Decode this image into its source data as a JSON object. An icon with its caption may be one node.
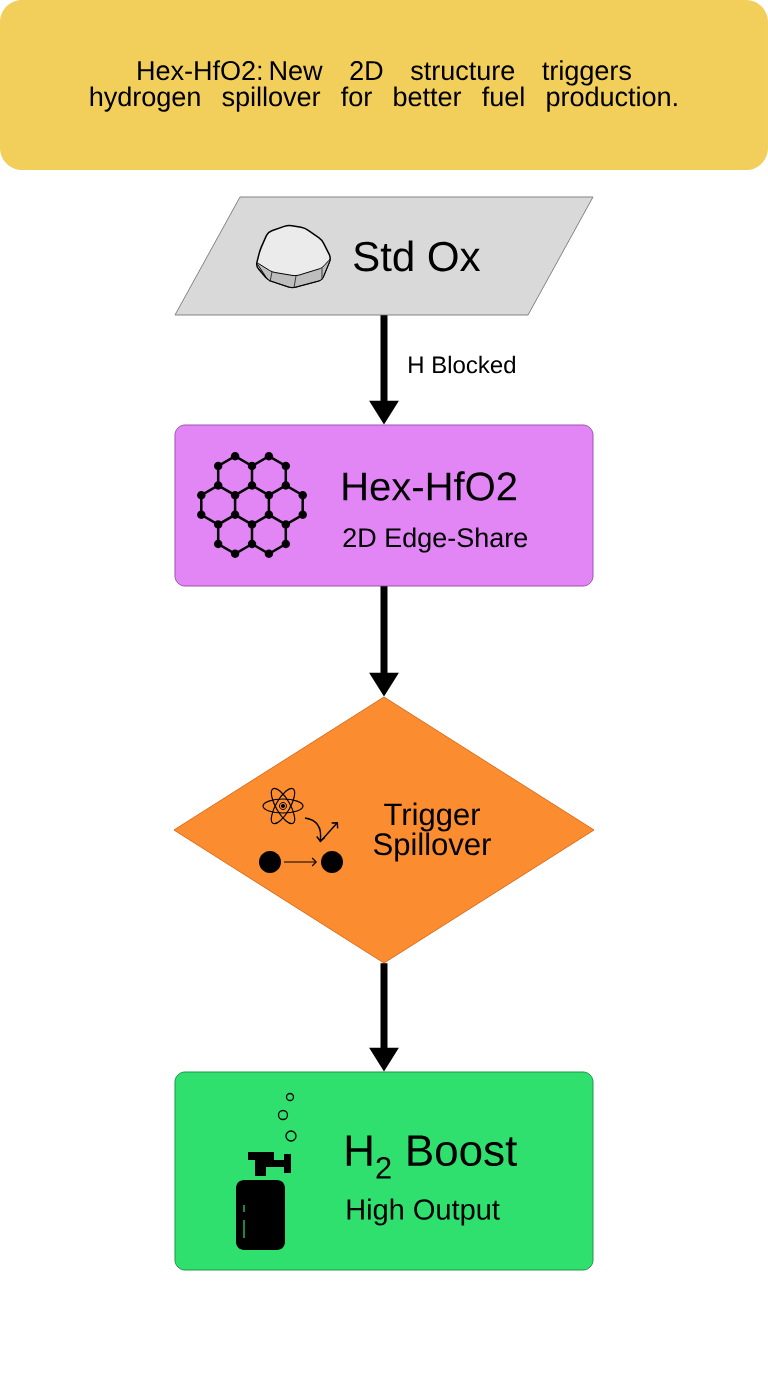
{
  "diagram": {
    "title": "Hex-HfO2: New 2D structure triggers hydrogen spillover for better fuel production.",
    "nodes": [
      {
        "text": [
          "Std Ox"
        ]
      },
      {
        "text": [
          "Hex-HfO2",
          "2D Edge-Share"
        ]
      },
      {
        "text": [
          "Trigger Spillover"
        ]
      },
      {
        "text": [
          "H$_{2}$ Boost",
          "High Output"
        ]
      }
    ],
    "edges": [
      {
        "from": 0,
        "to": 1,
        "arrow": "to",
        "label": "H Blocked"
      },
      {
        "from": 1,
        "to": 2,
        "arrow": "to"
      },
      {
        "from": 2,
        "to": 3,
        "arrow": "to"
      }
    ]
  }
}
